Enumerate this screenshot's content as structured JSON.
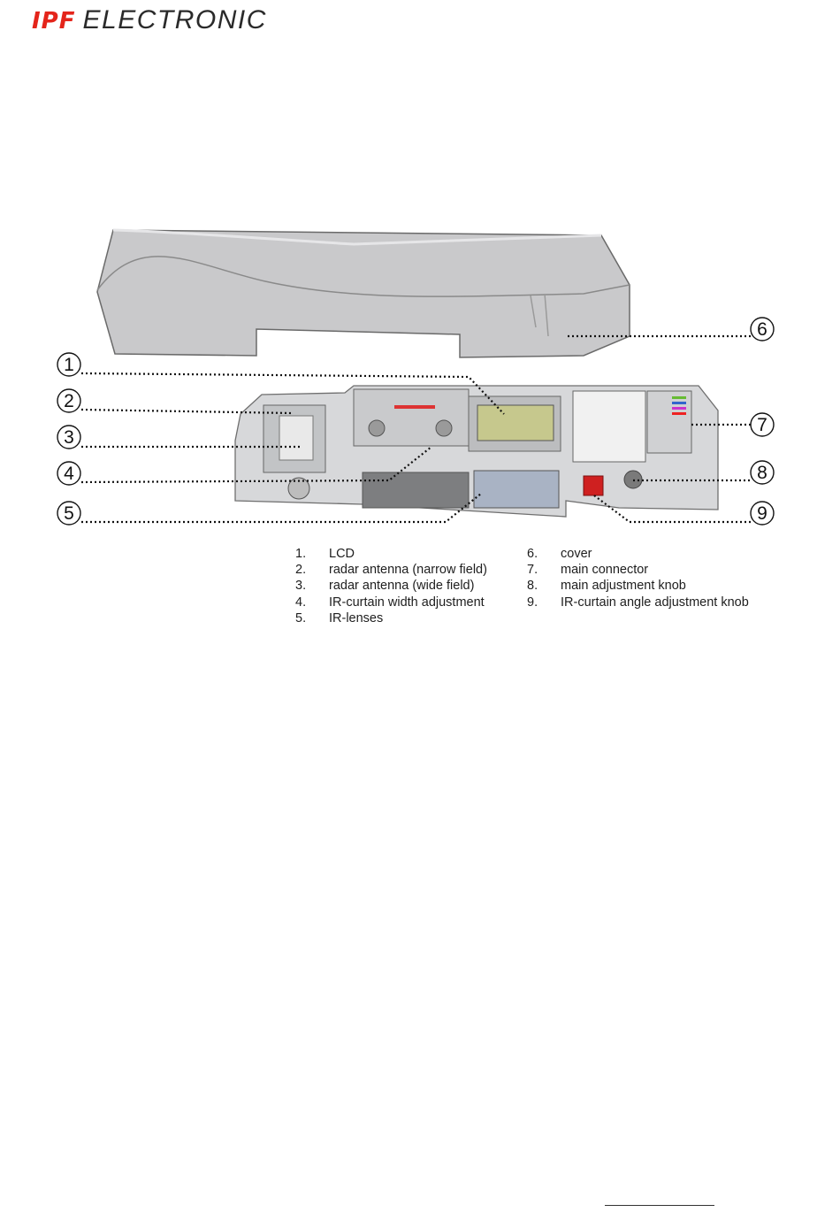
{
  "header": {
    "brand": "IPF",
    "brand_word": "ELECTRONIC",
    "brand_color": "#e4251b"
  },
  "figure": {
    "callouts": [
      "1",
      "2",
      "3",
      "4",
      "5",
      "6",
      "7",
      "8",
      "9"
    ]
  },
  "legend": {
    "left": [
      {
        "num": "1.",
        "label": "LCD"
      },
      {
        "num": "2.",
        "label": "radar antenna (narrow field)"
      },
      {
        "num": "3.",
        "label": "radar antenna (wide field)"
      },
      {
        "num": "4.",
        "label": "IR-curtain width adjustment"
      },
      {
        "num": "5.",
        "label": "IR-lenses"
      }
    ],
    "right": [
      {
        "num": "6.",
        "label": "cover"
      },
      {
        "num": "7.",
        "label": "main connector"
      },
      {
        "num": "8.",
        "label": "main adjustment knob"
      },
      {
        "num": "9.",
        "label": "IR-curtain angle adjustment knob"
      }
    ]
  }
}
